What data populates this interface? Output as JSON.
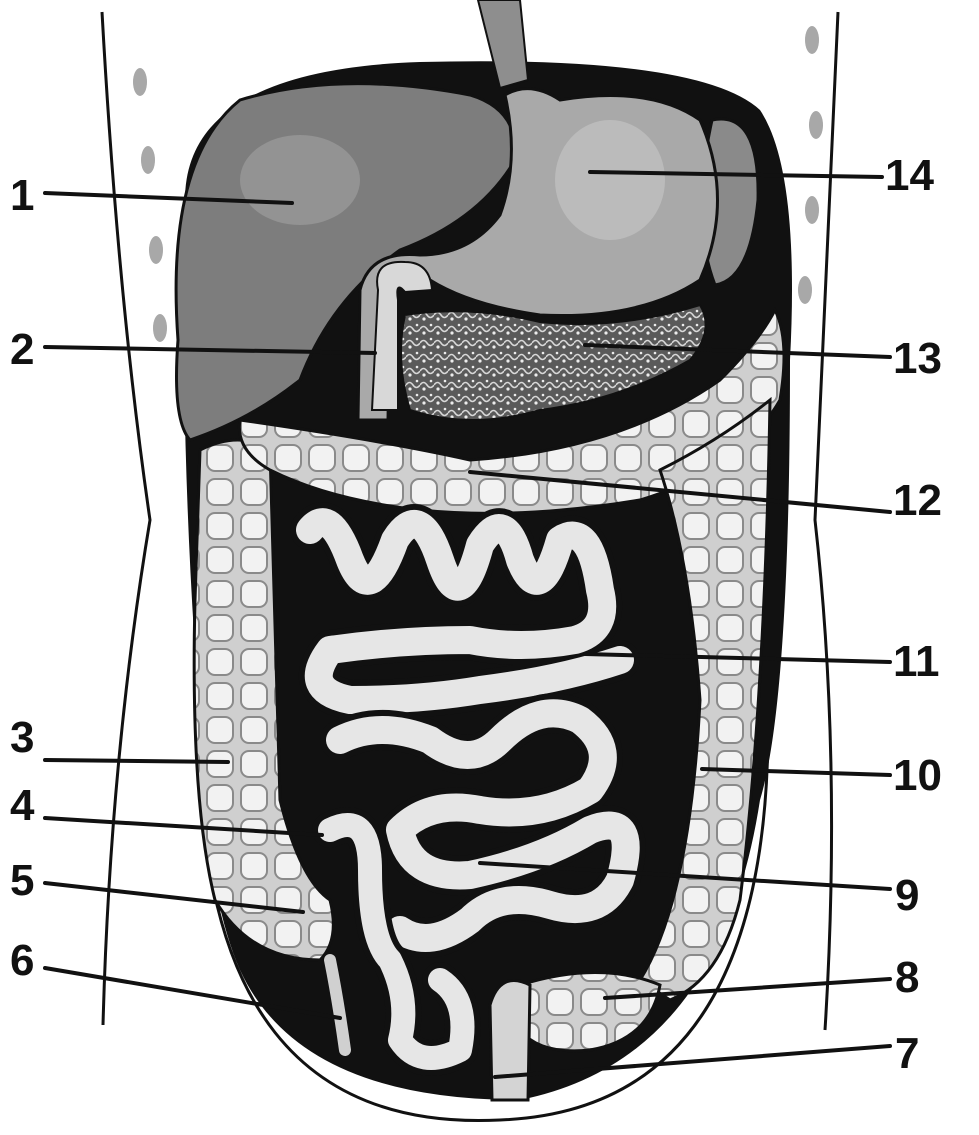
{
  "diagram": {
    "labels": [
      {
        "id": "1",
        "text": "1"
      },
      {
        "id": "2",
        "text": "2"
      },
      {
        "id": "3",
        "text": "3"
      },
      {
        "id": "4",
        "text": "4"
      },
      {
        "id": "5",
        "text": "5"
      },
      {
        "id": "6",
        "text": "6"
      },
      {
        "id": "7",
        "text": "7"
      },
      {
        "id": "8",
        "text": "8"
      },
      {
        "id": "9",
        "text": "9"
      },
      {
        "id": "10",
        "text": "10"
      },
      {
        "id": "11",
        "text": "11"
      },
      {
        "id": "12",
        "text": "12"
      },
      {
        "id": "13",
        "text": "13"
      },
      {
        "id": "14",
        "text": "14"
      }
    ],
    "colors": {
      "background": "#ffffff",
      "cavity": "#111111",
      "liver": "#7d7d7d",
      "stomach": "#a9a9a9",
      "colon": "#c9c9c9",
      "small_intestine": "#e6e6e6",
      "pancreas": "#555555",
      "outline": "#111111"
    }
  }
}
